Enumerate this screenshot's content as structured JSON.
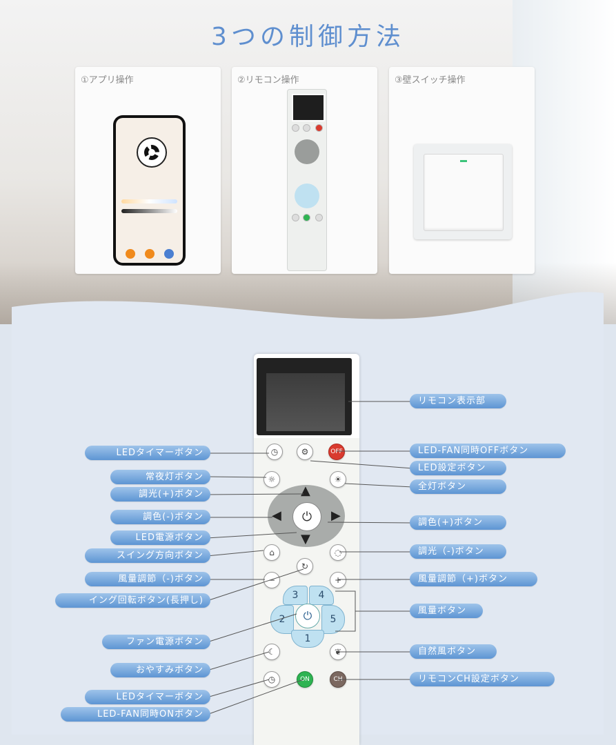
{
  "title": "3つの制御方法",
  "cards": [
    {
      "label": "①アプリ操作"
    },
    {
      "label": "②リモコン操作"
    },
    {
      "label": "③壁スイッチ操作"
    }
  ],
  "remote_buttons": {
    "off": "OFF",
    "on": "ON",
    "ch": "CH",
    "fan_1": "1",
    "fan_2": "2",
    "fan_3": "3",
    "fan_4": "4",
    "fan_5": "5",
    "minus": "−",
    "plus": "+"
  },
  "labels_left": [
    "LEDタイマーボタン",
    "常夜灯ボタン",
    "調光(+)ボタン",
    "調色(-)ボタン",
    "LED電源ボタン",
    "スイング方向ボタン",
    "風量調節（-)ボタン",
    "イング回転ボタン(長押し)",
    "ファン電源ボタン",
    "おやすみボタン",
    "LEDタイマーボタン",
    "LED-FAN同時ONボタン"
  ],
  "labels_right": [
    "リモコン表示部",
    "LED-FAN同時OFFボタン",
    "LED設定ボタン",
    "全灯ボタン",
    "調色(+)ボタン",
    "調光（-)ボタン",
    "風量調節（+)ボタン",
    "風量ボタン",
    "自然風ボタン",
    "リモコンCH設定ボタン"
  ],
  "colors": {
    "accent": "#5f8fcf",
    "label_bg": "#6fa2d9",
    "off_button": "#d93a2e",
    "on_button": "#2eb352",
    "fan_keys": "#bfe1f1"
  }
}
